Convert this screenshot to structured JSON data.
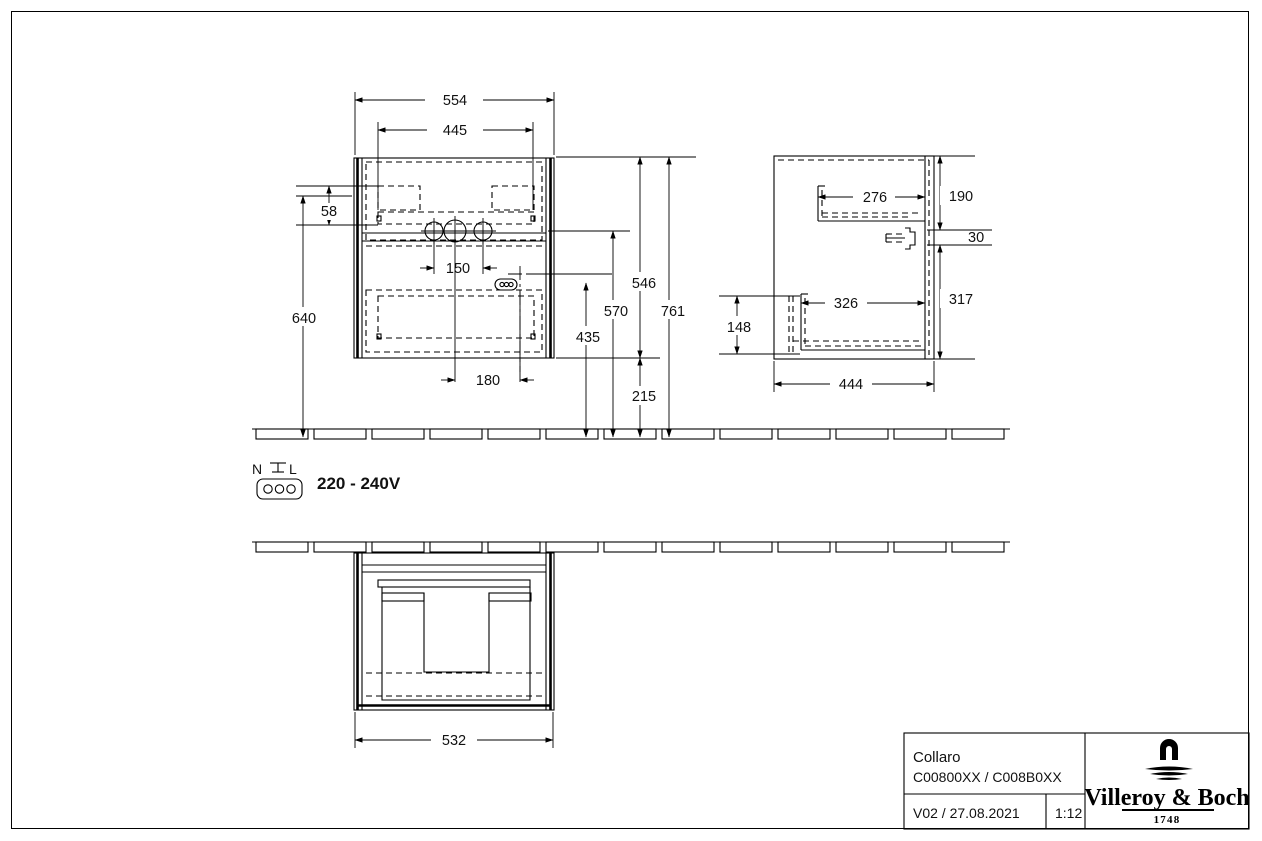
{
  "drawing": {
    "type": "technical-dimension-drawing",
    "product_name": "Collaro",
    "article_numbers": "C00800XX / C008B0XX",
    "revision": "V02 / 27.08.2021",
    "scale": "1:12",
    "brand": "Villeroy & Boch",
    "brand_year": "1748"
  },
  "electrical": {
    "terminal_n": "N",
    "terminal_l": "L",
    "voltage": "220 - 240V"
  },
  "views": {
    "front": {
      "label": "front-view",
      "dimensions": {
        "overall_width": "554",
        "inner_width": "445",
        "top_offset": "58",
        "tap_spacing": "150",
        "drawer_offset": "180",
        "height_to_floor": "640",
        "height_435": "435",
        "height_570": "570",
        "height_546": "546",
        "height_761": "761",
        "height_215": "215"
      }
    },
    "side": {
      "label": "side-view",
      "dimensions": {
        "depth": "444",
        "upper_drawer_depth": "276",
        "lower_drawer_depth": "326",
        "upper_height": "190",
        "gap": "30",
        "lower_height": "317",
        "base_height": "148"
      }
    },
    "bottom": {
      "label": "bottom-view",
      "dimensions": {
        "width": "532"
      }
    }
  }
}
